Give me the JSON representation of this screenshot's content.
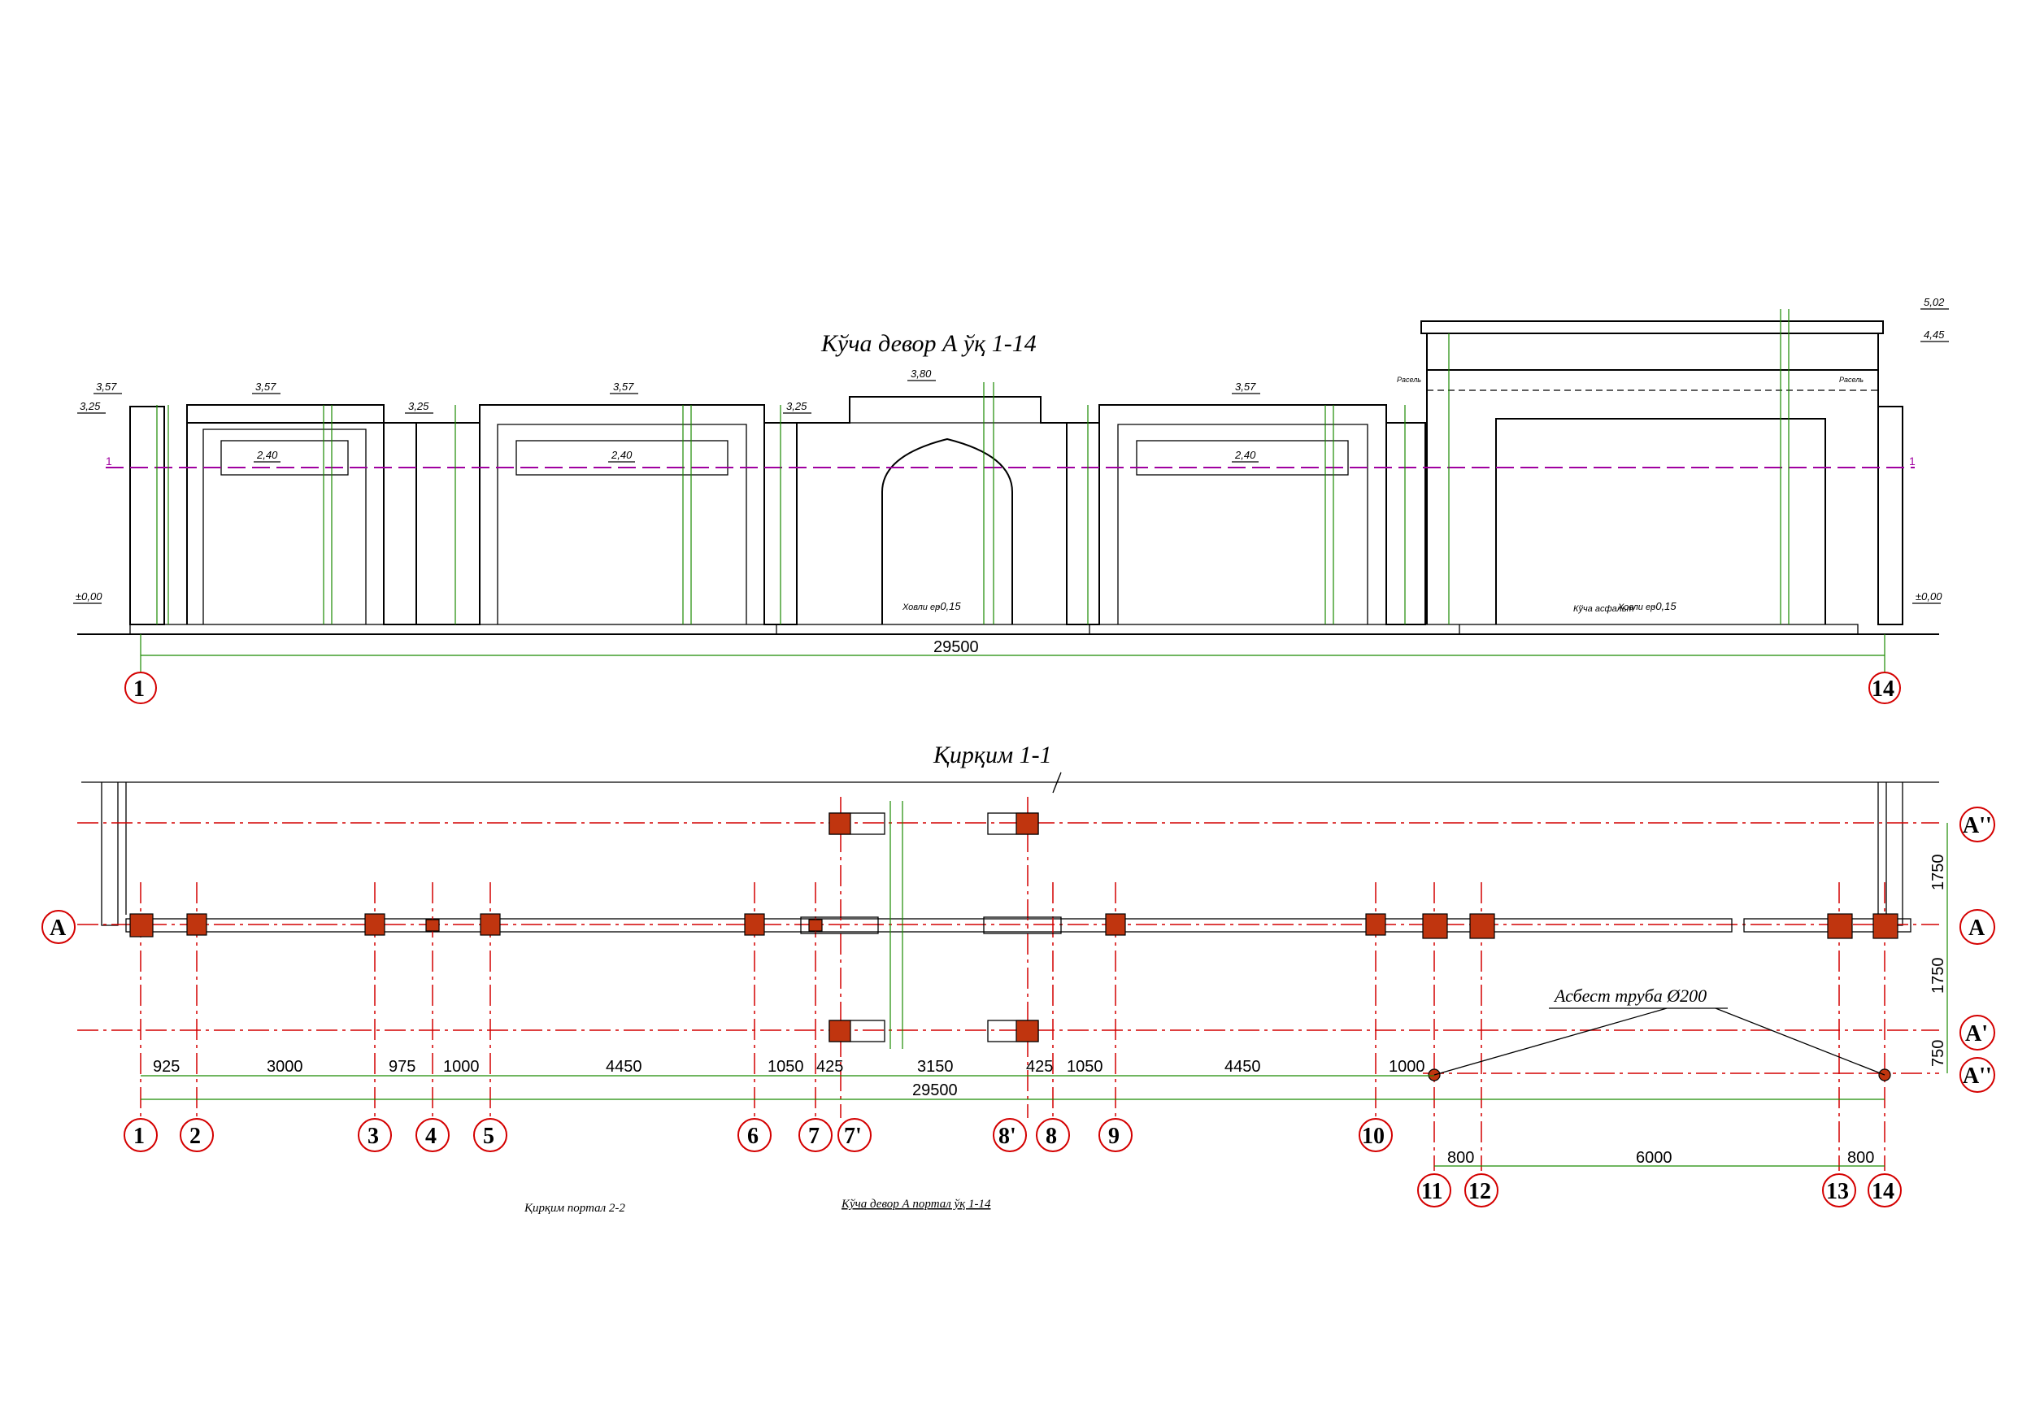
{
  "elevation": {
    "title": "Кўча девор А ўқ 1-14",
    "levels": [
      {
        "text": "3,57"
      },
      {
        "text": "3,25"
      },
      {
        "text": "3,57"
      },
      {
        "text": "3,25"
      },
      {
        "text": "3,57"
      },
      {
        "text": "3,25"
      },
      {
        "text": "3,80"
      },
      {
        "text": "3,57"
      },
      {
        "text": "5,02"
      },
      {
        "text": "4,45"
      },
      {
        "text": "2,40"
      },
      {
        "text": "2,40"
      },
      {
        "text": "2,40"
      },
      {
        "text": "±0,00"
      },
      {
        "text": "±0,00"
      }
    ],
    "ground_labels": [
      "Ховли ер",
      "-0,15",
      "Кўча асфальт",
      "Ховли ер",
      "-0,15"
    ],
    "section_mark": "1",
    "small_labels": [
      "Расель",
      "Расель"
    ],
    "overall_dim": "29500",
    "axis_labels": [
      "1",
      "14"
    ]
  },
  "plan": {
    "title": "Қирқим 1-1",
    "dims_top": [
      "925",
      "3000",
      "975",
      "1000",
      "4450",
      "1050",
      "425",
      "3150",
      "425",
      "1050",
      "4450",
      "1000"
    ],
    "overall_dim": "29500",
    "dims_lower": [
      "800",
      "6000",
      "800"
    ],
    "axes_bottom": [
      "1",
      "2",
      "3",
      "4",
      "5",
      "6",
      "7",
      "7'",
      "8'",
      "8",
      "9",
      "10"
    ],
    "axes_lower": [
      "11",
      "12",
      "13",
      "14"
    ],
    "row_axes": [
      "A''",
      "A",
      "A'",
      "A''"
    ],
    "row_left": "A",
    "row_dims": [
      "1750",
      "1750",
      "750"
    ],
    "note": "Асбест труба Ø200"
  },
  "footer": {
    "left": "Қирқим портал 2-2",
    "center": "Кўча девор А портал ўқ 1-14"
  }
}
